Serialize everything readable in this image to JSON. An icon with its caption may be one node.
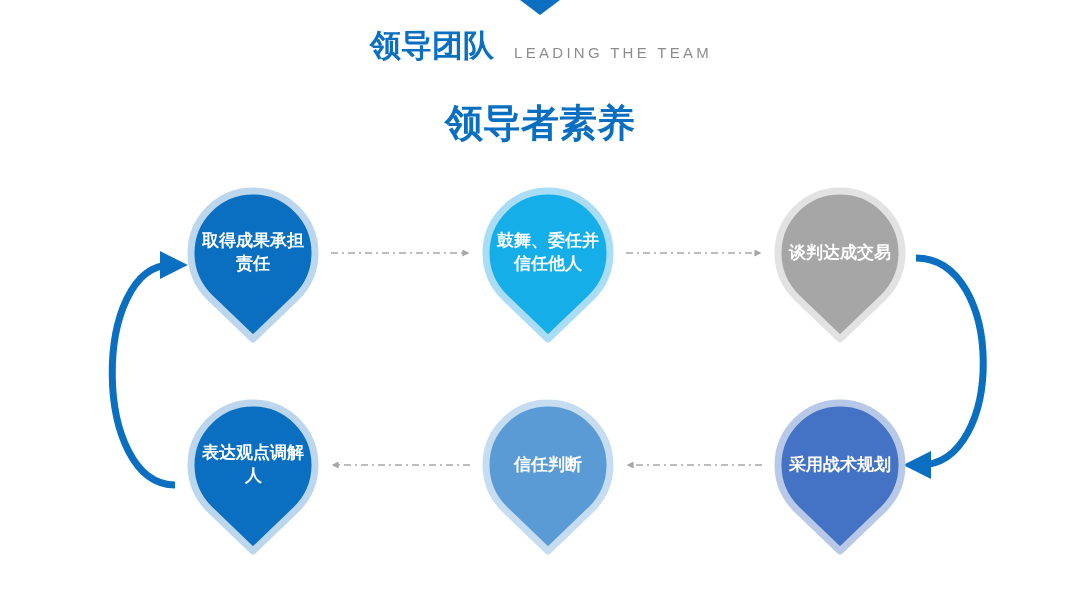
{
  "diagram": {
    "title": "领导团队",
    "nodes": [
      {
        "text": [
          "取得成果承担责任"
        ]
      },
      {
        "text": [
          "鼓舞、委任并信任他人"
        ]
      },
      {
        "text": [
          "谈判达成交易"
        ]
      },
      {
        "text": [
          "表达观点调解人"
        ]
      },
      {
        "text": [
          "信任判断"
        ]
      },
      {
        "text": [
          "采用战术规划"
        ]
      }
    ],
    "edges": [
      {
        "from": 0,
        "to": 1,
        "arrow": "to",
        "style": "dashed"
      },
      {
        "from": 1,
        "to": 2,
        "arrow": "to",
        "style": "dashed"
      },
      {
        "from": 2,
        "to": 5,
        "arrow": "to",
        "style": "thick",
        "color": "#0a6fc0"
      },
      {
        "from": 5,
        "to": 4,
        "arrow": "to",
        "style": "dashed"
      },
      {
        "from": 4,
        "to": 3,
        "arrow": "to",
        "style": "dashed"
      },
      {
        "from": 3,
        "to": 0,
        "arrow": "to",
        "style": "thick",
        "color": "#0a6fc0"
      }
    ],
    "labels": [
      "LEADING THE TEAM",
      "领导者素养"
    ]
  }
}
